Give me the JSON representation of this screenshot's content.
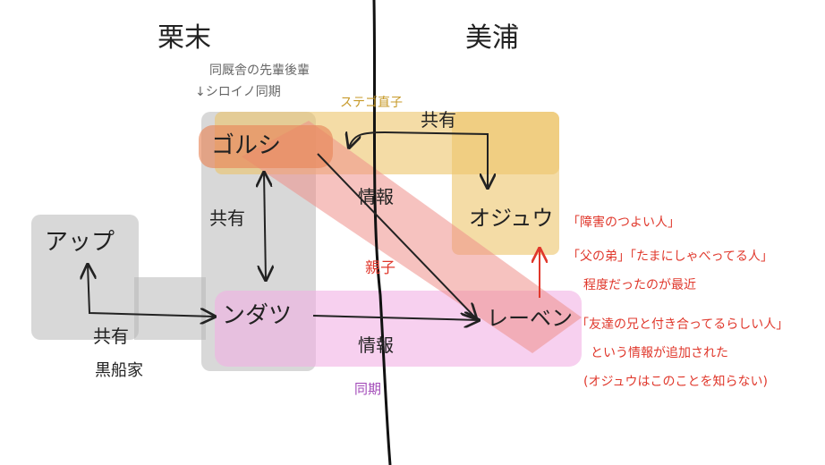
{
  "headers": {
    "left": "栗末",
    "right": "美浦"
  },
  "top_note": {
    "line1": "同厩舎の先輩後輩",
    "line2": "↓シロイノ同期"
  },
  "nodes": {
    "golshi": "ゴルシ",
    "ojiu": "オジュウ",
    "app": "アップ",
    "ndatsu": "ンダツ",
    "reben": "レーベン"
  },
  "relations": {
    "stable_label": "ステゴ直子",
    "shared_top": "共有",
    "shared_left": "共有",
    "shared_bottom": "共有",
    "info_diag": "情報",
    "info_bottom": "情報",
    "parent_child": "親子",
    "same_year": "同期",
    "same_owner": "黒船家"
  },
  "notes": {
    "n1": "「障害のつよい人」",
    "n2": "「父の弟」「たまにしゃべってる人」",
    "n3": "程度だったのが最近",
    "n4": "「友達の兄と付き合ってるらしい人」",
    "n5": "という情報が追加された",
    "n6": "(オジュウはこのことを知らない)"
  },
  "colors": {
    "gray_band": "#bdbdbd",
    "gold_band": "#ecc46a",
    "pink_band": "#f2b0e4",
    "salmon_band": "#ee8f8a",
    "orange_band": "#e8875a",
    "label_red": "#e0382c",
    "label_gold": "#c79a2a",
    "label_purple": "#a24ab8",
    "divider": "#111111"
  }
}
